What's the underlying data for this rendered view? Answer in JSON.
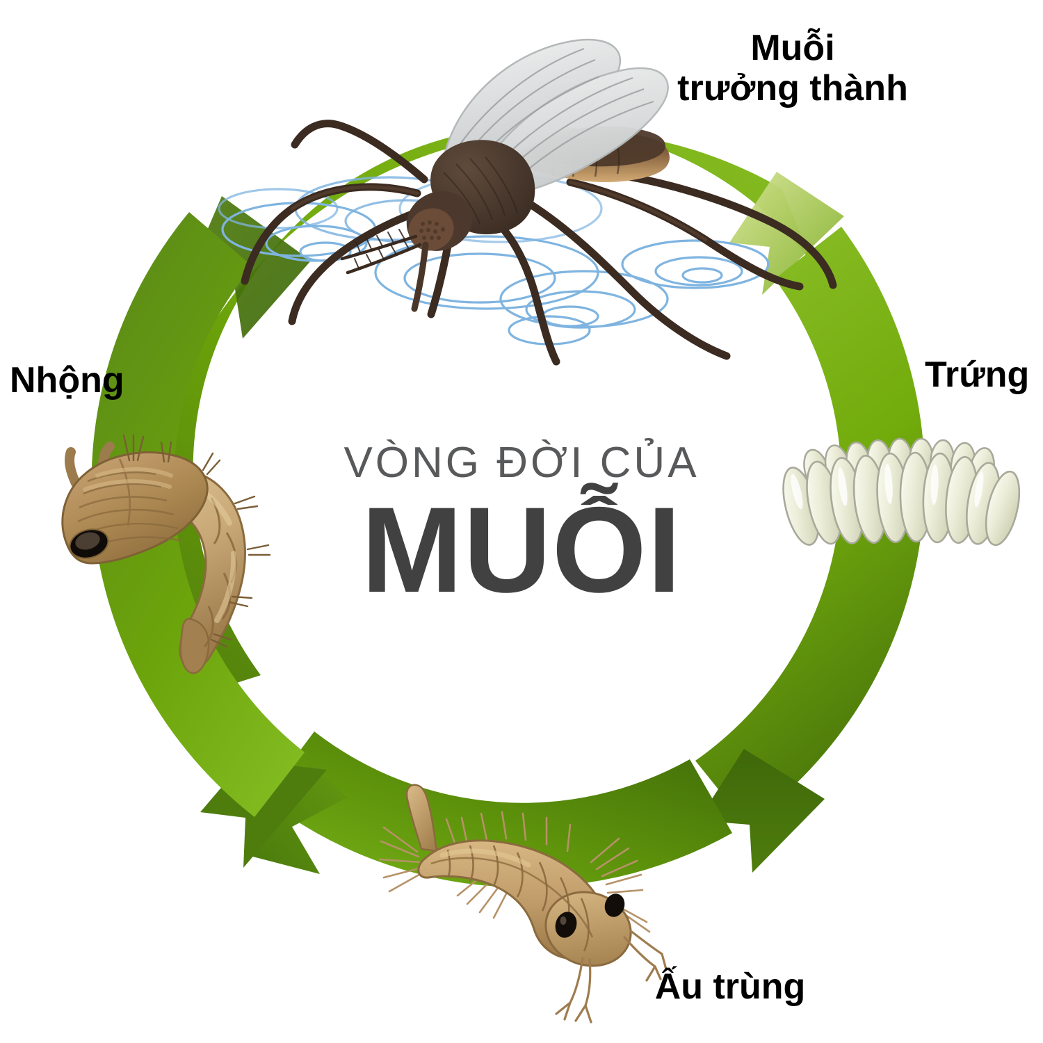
{
  "diagram": {
    "kind": "life-cycle-ring",
    "center": {
      "subtitle": "VÒNG ĐỜI CỦA",
      "title": "MUỖI"
    },
    "stages": [
      {
        "id": "adult",
        "label": "Muỗi\ntrưởng thành",
        "position": "top",
        "illustration": "adult-mosquito-icon"
      },
      {
        "id": "egg",
        "label": "Trứng",
        "position": "right",
        "illustration": "egg-raft-icon"
      },
      {
        "id": "larva",
        "label": "Ấu trùng",
        "position": "bottom",
        "illustration": "larva-icon"
      },
      {
        "id": "pupa",
        "label": "Nhộng",
        "position": "left",
        "illustration": "pupa-icon"
      }
    ],
    "ring": {
      "direction": "clockwise",
      "segments": 4,
      "colors": {
        "light_green": "#8CBF26",
        "mid_green": "#66AA05",
        "dark_green": "#4C7A0B",
        "deep_green": "#3F6A0A"
      }
    },
    "palette": {
      "label_text": "#000000",
      "title_text": "#414141",
      "subtitle_text": "#58595b",
      "background": "#FFFFFF",
      "water_ripple": "#7FB4E0",
      "egg_body": "#E9ECD4",
      "egg_outline": "#A8A99A",
      "larva_body": "#BE9A68",
      "pupa_body": "#B08A59",
      "mosquito_body": "#4A3A30",
      "mosquito_wing": "#D8DADB",
      "mosquito_abdomen": "#C79A64"
    }
  }
}
